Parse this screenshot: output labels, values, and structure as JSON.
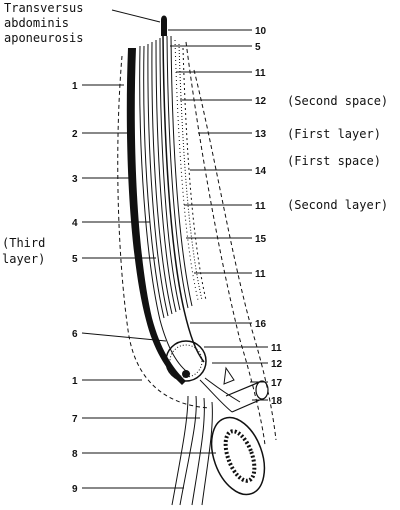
{
  "diagram": {
    "top_label": [
      "Transversus",
      "abdominis",
      "aponeurosis"
    ],
    "left_label": [
      "(Third",
      "layer)"
    ],
    "right_labels": {
      "second_space": "(Second space)",
      "first_layer": "(First layer)",
      "first_space": "(First space)",
      "second_layer": "(Second layer)"
    },
    "left_numbers": [
      "1",
      "2",
      "3",
      "4",
      "5",
      "6",
      "1",
      "7",
      "8",
      "9"
    ],
    "right_numbers": [
      "10",
      "5",
      "11",
      "12",
      "13",
      "14",
      "11",
      "15",
      "11",
      "16",
      "11",
      "12",
      "17",
      "18"
    ]
  }
}
